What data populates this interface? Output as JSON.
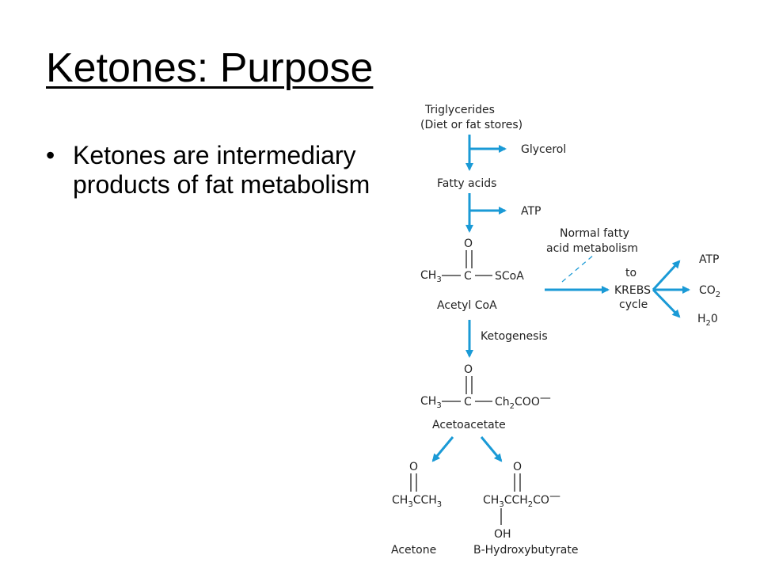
{
  "slide": {
    "title": "Ketones: Purpose",
    "bullets": [
      {
        "marker": "•",
        "text": "Ketones are intermediary products of fat metabolism"
      }
    ]
  },
  "diagram": {
    "triglycerides": "Triglycerides",
    "triglycerides_source": "(Diet or fat stores)",
    "glycerol": "Glycerol",
    "fatty_acids": "Fatty acids",
    "atp_branch": "ATP",
    "acetyl_coa": {
      "o": "O",
      "ch3": "CH",
      "ch3_sub": "3",
      "c": "C",
      "scoa": "SCoA",
      "name": "Acetyl CoA"
    },
    "normal_fatty_line1": "Normal fatty",
    "normal_fatty_line2": "acid metabolism",
    "to": "to",
    "krebs": "KREBS",
    "cycle": "cycle",
    "products": {
      "atp": "ATP",
      "co2": "CO",
      "co2_sub": "2",
      "h2o_h": "H",
      "h2o_sub": "2",
      "h2o_o": "0"
    },
    "ketogenesis": "Ketogenesis",
    "acetoacetate": {
      "o": "O",
      "ch3": "CH",
      "ch3_sub": "3",
      "c": "C",
      "r_ch": "Ch",
      "r_sub": "2",
      "r_coo": "COO",
      "r_charge": "—",
      "name": "Acetoacetate"
    },
    "acetone": {
      "o": "O",
      "a": "CH",
      "a_sub": "3",
      "b": "CCH",
      "b_sub": "3",
      "name": "Acetone"
    },
    "hydroxybutyrate": {
      "o": "O",
      "a": "CH",
      "a_sub": "3",
      "b": "CCH",
      "b_sub": "2",
      "c": "CO",
      "charge": "—",
      "oh": "OH",
      "name": "B-Hydroxybutyrate"
    }
  }
}
